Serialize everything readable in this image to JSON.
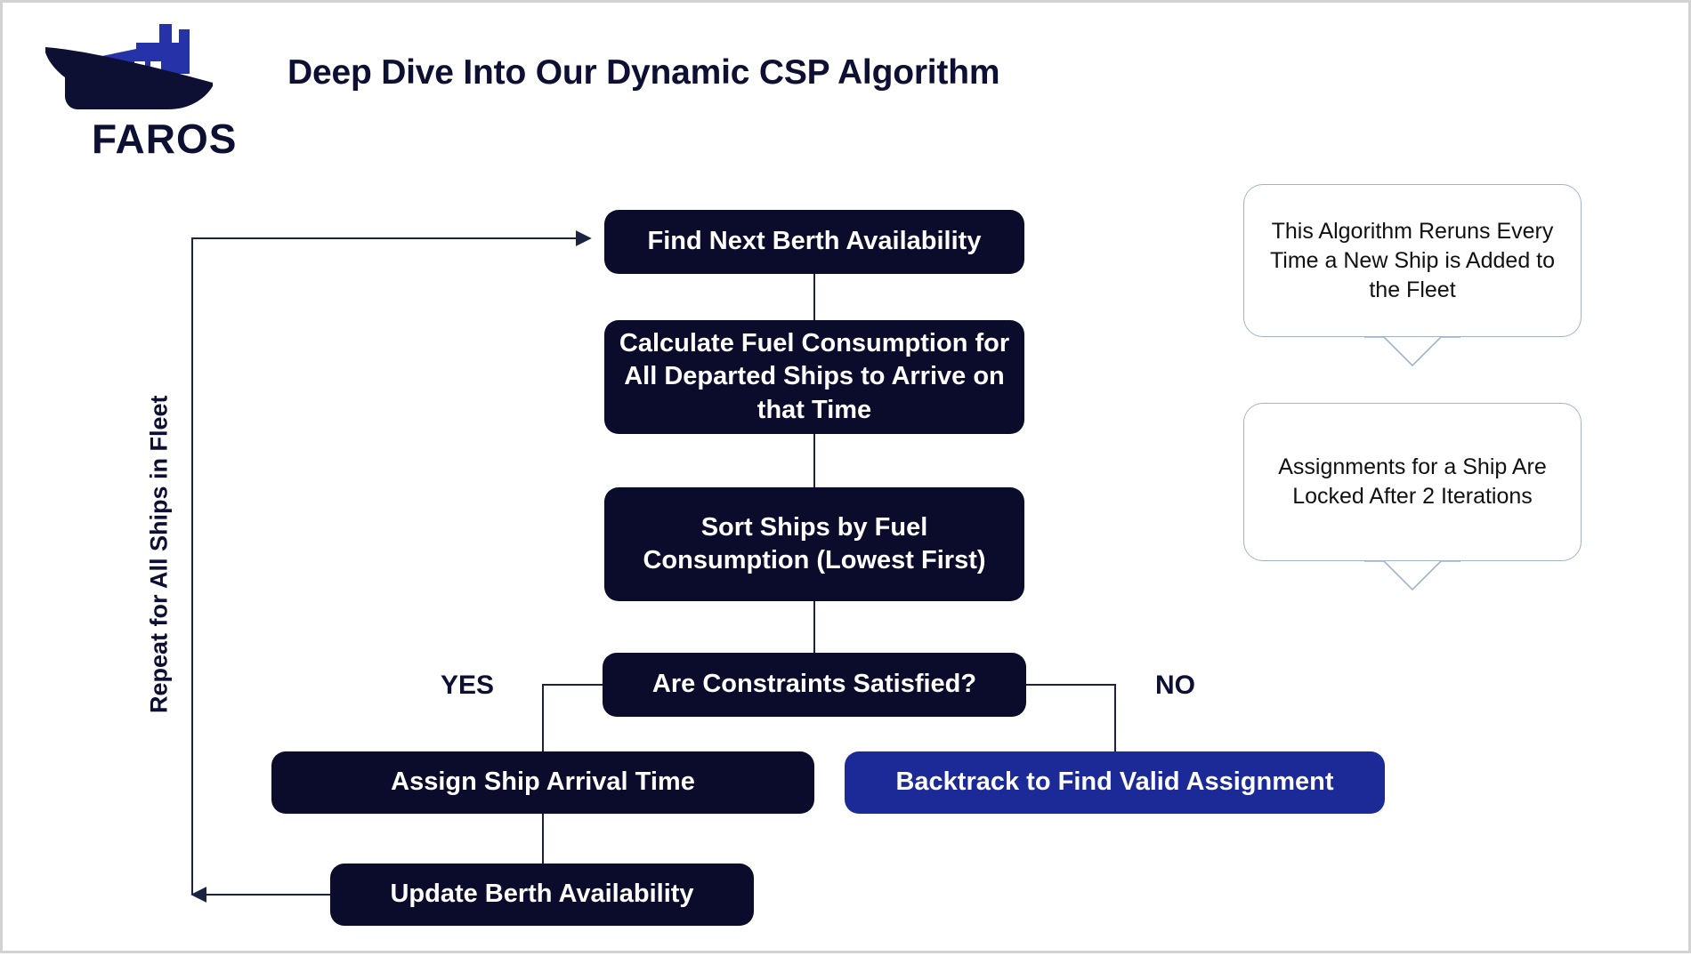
{
  "brand": {
    "name": "FAROS",
    "logo_icon": "ship-factory-logo",
    "hull_color": "#0d0f33",
    "stack_color": "#2633a8"
  },
  "header": {
    "title": "Deep Dive Into Our Dynamic CSP Algorithm"
  },
  "colors": {
    "node_dark": "#0b0b2b",
    "node_blue": "#1b2a96",
    "text_navy": "#0d0f33",
    "connector": "#1b2340",
    "callout_border": "#9fb4cc",
    "canvas_border": "#d2d2d2"
  },
  "flow": {
    "nodes": [
      {
        "id": "find-next-berth",
        "label": "Find Next Berth Availability",
        "style": "dark"
      },
      {
        "id": "calculate-fuel",
        "label": "Calculate Fuel Consumption for All Departed Ships to Arrive on that Time",
        "style": "dark"
      },
      {
        "id": "sort-ships",
        "label": "Sort Ships by Fuel Consumption (Lowest First)",
        "style": "dark"
      },
      {
        "id": "constraints-check",
        "label": "Are Constraints Satisfied?",
        "style": "dark"
      },
      {
        "id": "assign-arrival",
        "label": "Assign Ship Arrival Time",
        "style": "dark"
      },
      {
        "id": "backtrack",
        "label": "Backtrack to Find Valid Assignment",
        "style": "blue"
      },
      {
        "id": "update-berth",
        "label": "Update Berth Availability",
        "style": "dark"
      }
    ],
    "branch_yes": "YES",
    "branch_no": "NO",
    "loop_label": "Repeat for All Ships in Fleet"
  },
  "callouts": [
    {
      "id": "rerun-note",
      "text": "This Algorithm Reruns Every Time a New Ship is Added to the Fleet"
    },
    {
      "id": "lock-note",
      "text": "Assignments for a Ship Are Locked After 2 Iterations"
    }
  ]
}
